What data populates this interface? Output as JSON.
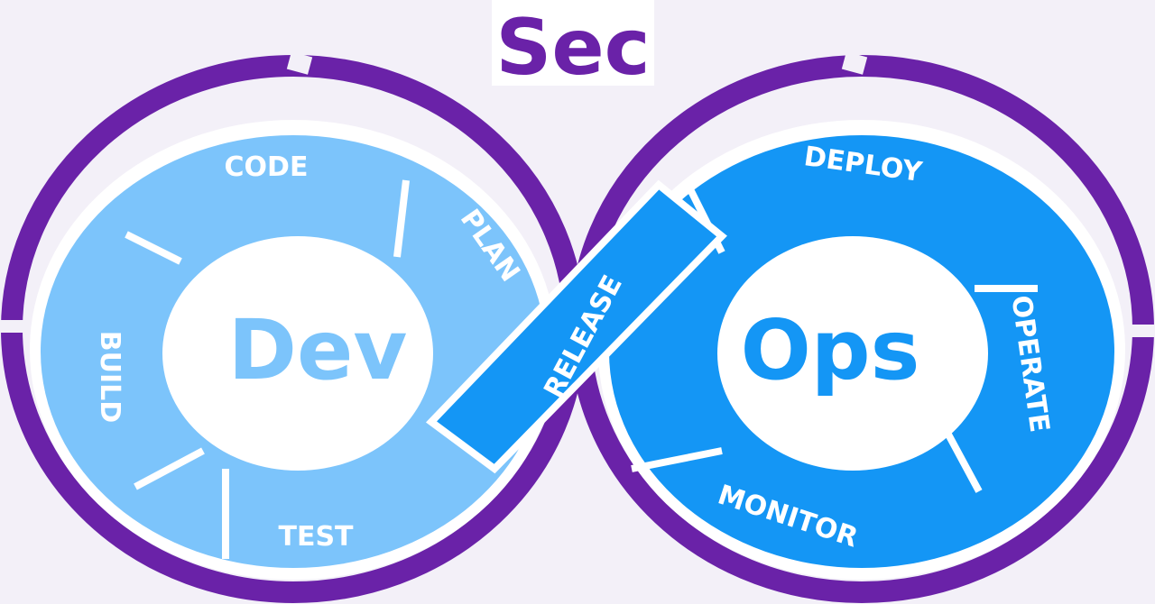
{
  "title": "Sec",
  "left_center": "Dev",
  "right_center": "Ops",
  "stages": {
    "plan": "PLAN",
    "code": "CODE",
    "build": "BUILD",
    "test": "TEST",
    "release": "RELEASE",
    "deploy": "DEPLOY",
    "operate": "OPERATE",
    "monitor": "MONITOR"
  },
  "colors": {
    "sec_purple": "#6a22a8",
    "dev_blue": "#7cc4fb",
    "ops_blue": "#1496f5",
    "background": "#f3f0f8"
  }
}
